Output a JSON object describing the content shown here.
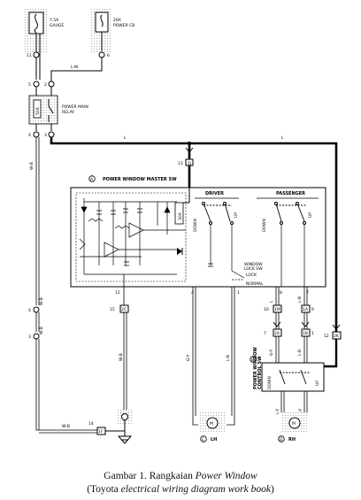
{
  "fuses": {
    "gauge": {
      "rating": "7.5A",
      "name": "GAUGE"
    },
    "power": {
      "rating": "20A",
      "name": "POWER CB"
    }
  },
  "relay": {
    "name": "POWER MAIN",
    "name2": "RELAY",
    "coil": "50A"
  },
  "master": {
    "letter": "A",
    "title": "POWER WINDOW MASTER SW",
    "driver": "DRIVER",
    "passenger": "PASSENGER",
    "breaker": "30A",
    "lock_sw": "WINDOW",
    "lock_sw2": "LOCK SW",
    "lock": "LOCK",
    "normal": "NORMAL"
  },
  "switch_labels": {
    "down": "DOWN",
    "up": "UP"
  },
  "passenger_sw": {
    "letter": "B",
    "title1": "POWER WINDOW",
    "title2": "CONTROL SW"
  },
  "motors": {
    "lh_letter": "C",
    "lh": "LH",
    "rh_letter": "D",
    "rh": "RH"
  },
  "wire_colors": {
    "lw": "L-W",
    "l": "L",
    "wb": "W-B",
    "gy": "G-Y",
    "lb": "L-B",
    "ly": "L-Y",
    "ly2": "L-Y"
  },
  "pins": {
    "p11": "11",
    "p6": "6",
    "p2": "2",
    "p5": "5",
    "p1": "1",
    "p3": "3",
    "p4": "4",
    "p13": "13",
    "p15": "15",
    "p14": "14",
    "p10": "10",
    "p12": "12",
    "p8": "8",
    "p7": "7",
    "p9": "9"
  },
  "connectors": {
    "c1": "1J",
    "c2": "1F",
    "c3": "2K",
    "c4": "2C",
    "c5": "1M",
    "c6": "1A",
    "c7": "2A",
    "c8": "1B"
  },
  "caption": {
    "line1_plain": "Gambar 1. Rangkaian ",
    "line1_italic": "Power Window",
    "line2_open": "(Toyota ",
    "line2_italic": "electrical wiring diagram work book",
    "line2_close": ")"
  }
}
